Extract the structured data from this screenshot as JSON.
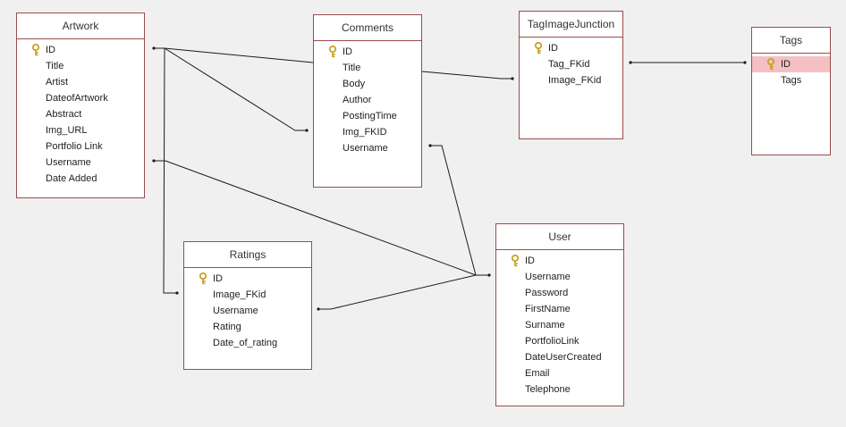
{
  "tables": {
    "artwork": {
      "title": "Artwork",
      "fields": [
        "ID",
        "Title",
        "Artist",
        "DateofArtwork",
        "Abstract",
        "Img_URL",
        "Portfolio Link",
        "Username",
        "Date Added"
      ]
    },
    "comments": {
      "title": "Comments",
      "fields": [
        "ID",
        "Title",
        "Body",
        "Author",
        "PostingTime",
        "Img_FKID",
        "Username"
      ]
    },
    "tagjunc": {
      "title": "TagImageJunction",
      "fields": [
        "ID",
        "Tag_FKid",
        "Image_FKid"
      ]
    },
    "tags": {
      "title": "Tags",
      "fields": [
        "ID",
        "Tags"
      ],
      "selected_field": "ID"
    },
    "ratings": {
      "title": "Ratings",
      "fields": [
        "ID",
        "Image_FKid",
        "Username",
        "Rating",
        "Date_of_rating"
      ]
    },
    "user": {
      "title": "User",
      "fields": [
        "ID",
        "Username",
        "Password",
        "FirstName",
        "Surname",
        "PortfolioLink",
        "DateUserCreated",
        "Email",
        "Telephone"
      ]
    }
  },
  "primary_key_field": "ID",
  "colors": {
    "border": "#9b4b4b",
    "selection": "#f5c0c4",
    "key": "#c9a227",
    "background": "#f0f0f0"
  },
  "icons": {
    "primary_key": "key-icon"
  }
}
